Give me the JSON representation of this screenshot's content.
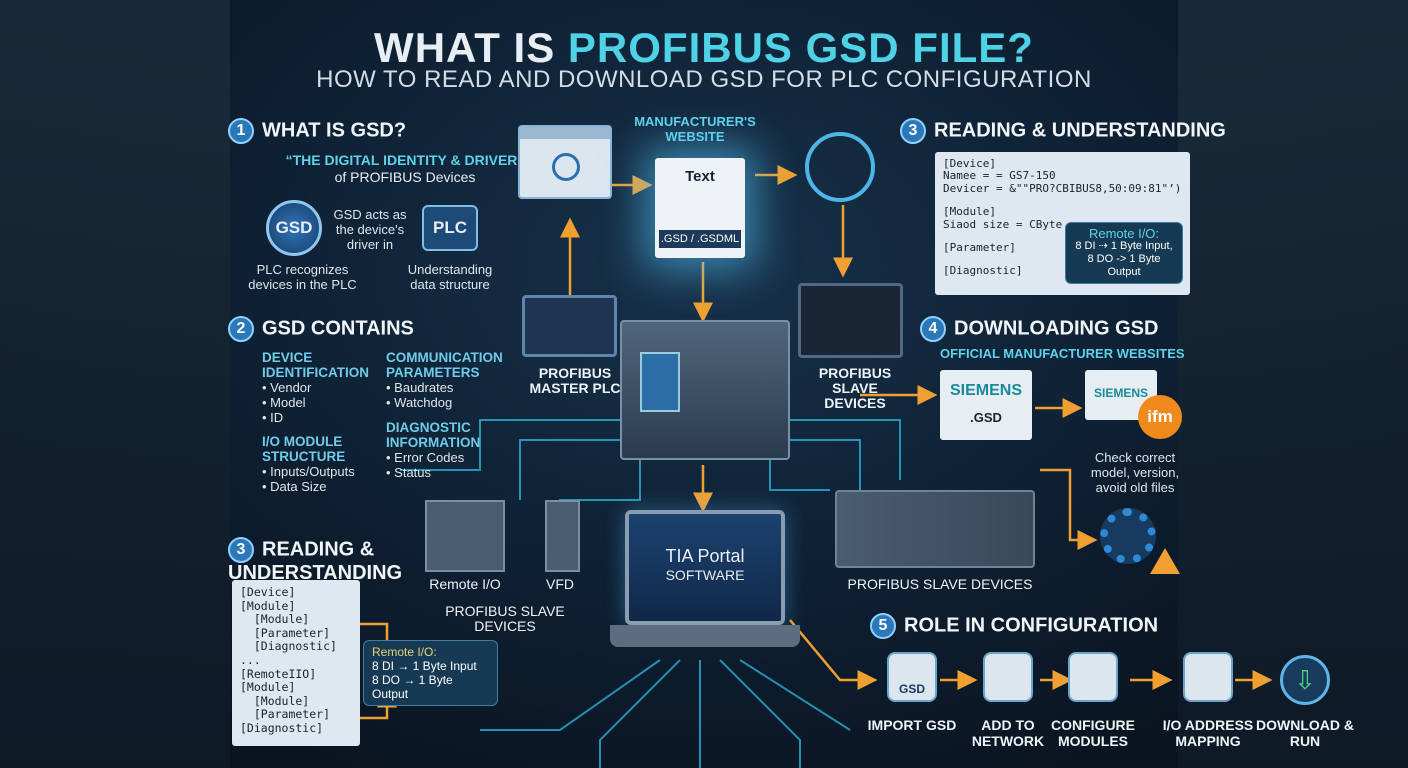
{
  "title": {
    "part1": "WHAT IS ",
    "part2": "PROFIBUS GSD FILE?"
  },
  "subtitle": "HOW TO READ AND DOWNLOAD GSD FOR PLC CONFIGURATION",
  "section1": {
    "num": "1",
    "heading": "WHAT IS GSD?",
    "quote": "“THE DIGITAL IDENTITY & DRIVER”",
    "quote_sub": "of PROFIBUS Devices",
    "gsd_badge": "GSD",
    "driver_text": "GSD acts as the device's driver in",
    "plc_badge": "PLC",
    "left_caption": "PLC recognizes devices in the PLC",
    "right_caption": "Understanding data structure"
  },
  "section2": {
    "num": "2",
    "heading": "GSD CONTAINS",
    "groups": [
      {
        "title": "DEVICE IDENTIFICATION",
        "items": [
          "• Vendor",
          "• Model",
          "• ID"
        ]
      },
      {
        "title": "I/O MODULE STRUCTURE",
        "items": [
          "• Inputs/Outputs",
          "• Data Size"
        ]
      },
      {
        "title": "COMMUNICATION PARAMETERS",
        "items": [
          "• Baudrates",
          "• Watchdog"
        ]
      },
      {
        "title": "DIAGNOSTIC INFORMATION",
        "items": [
          "• Error Codes",
          "• Status"
        ]
      }
    ]
  },
  "section3_left": {
    "num": "3",
    "heading": "READING & UNDERSTANDING",
    "code": [
      "[Device]",
      "[Module]",
      "  [Module]",
      "  [Parameter]",
      "  [Diagnostic]",
      "...",
      "[RemoteIIO]",
      "[Module]",
      "  [Module]",
      "  [Parameter]",
      "[Diagnostic]"
    ],
    "callout": {
      "title": "Remote I/O:",
      "lines": [
        "8 DI → 1 Byte Input",
        "8 DO → 1 Byte Output"
      ]
    }
  },
  "center": {
    "website_label": "MANUFACTURER'S WEBSITE",
    "doc_title": "Text",
    "doc_ext": ".GSD / .GSDML",
    "master_label": "PROFIBUS MASTER PLC",
    "slave_label_top": "PROFIBUS SLAVE DEVICES",
    "remote_io": "Remote I/O",
    "vfd": "VFD",
    "slave_label_left": "PROFIBUS SLAVE DEVICES",
    "tia_title": "TIA Portal",
    "tia_sub": "SOFTWARE",
    "slave_label_right": "PROFIBUS SLAVE DEVICES"
  },
  "section3_right": {
    "num": "3",
    "heading": "READING & UNDERSTANDING",
    "code": [
      "[Device]",
      "Namee = = GS7-150",
      "Devicer = &\"\"PRO?CBIBUS8,50:09:81\"’)",
      "",
      "[Module]",
      "Siaod size = CByte",
      "",
      "[Parameter]",
      "",
      "[Diagnostic]"
    ],
    "callout": {
      "title": "Remote I/O:",
      "lines": [
        "8 DI ⇢ 1 Byte Input,",
        "8 DO -> 1 Byte Output"
      ]
    }
  },
  "section4": {
    "num": "4",
    "heading": "DOWNLOADING GSD",
    "sub": "OFFICIAL MANUFACTURER WEBSITES",
    "brand1": "SIEMENS",
    "doc_ext": ".GSD",
    "brand2": "SIEMENS",
    "brand3": "ifm",
    "note": [
      "Check correct",
      "model, version,",
      "avoid old files"
    ]
  },
  "section5": {
    "num": "5",
    "heading": "ROLE IN CONFIGURATION",
    "icon_text": "GSD",
    "steps": [
      {
        "label": "IMPORT GSD",
        "icon": "gsd-file-icon"
      },
      {
        "label": "ADD TO NETWORK",
        "icon": "network-icon"
      },
      {
        "label": "CONFIGURE MODULES",
        "icon": "gears-icon"
      },
      {
        "label": "I/O ADDRESS MAPPING",
        "icon": "mapping-icon"
      },
      {
        "label": "DOWNLOAD & RUN",
        "icon": "download-icon"
      }
    ]
  },
  "colors": {
    "accent": "#4fd2e6",
    "orange": "#f0a030",
    "background": "#0b1624"
  }
}
